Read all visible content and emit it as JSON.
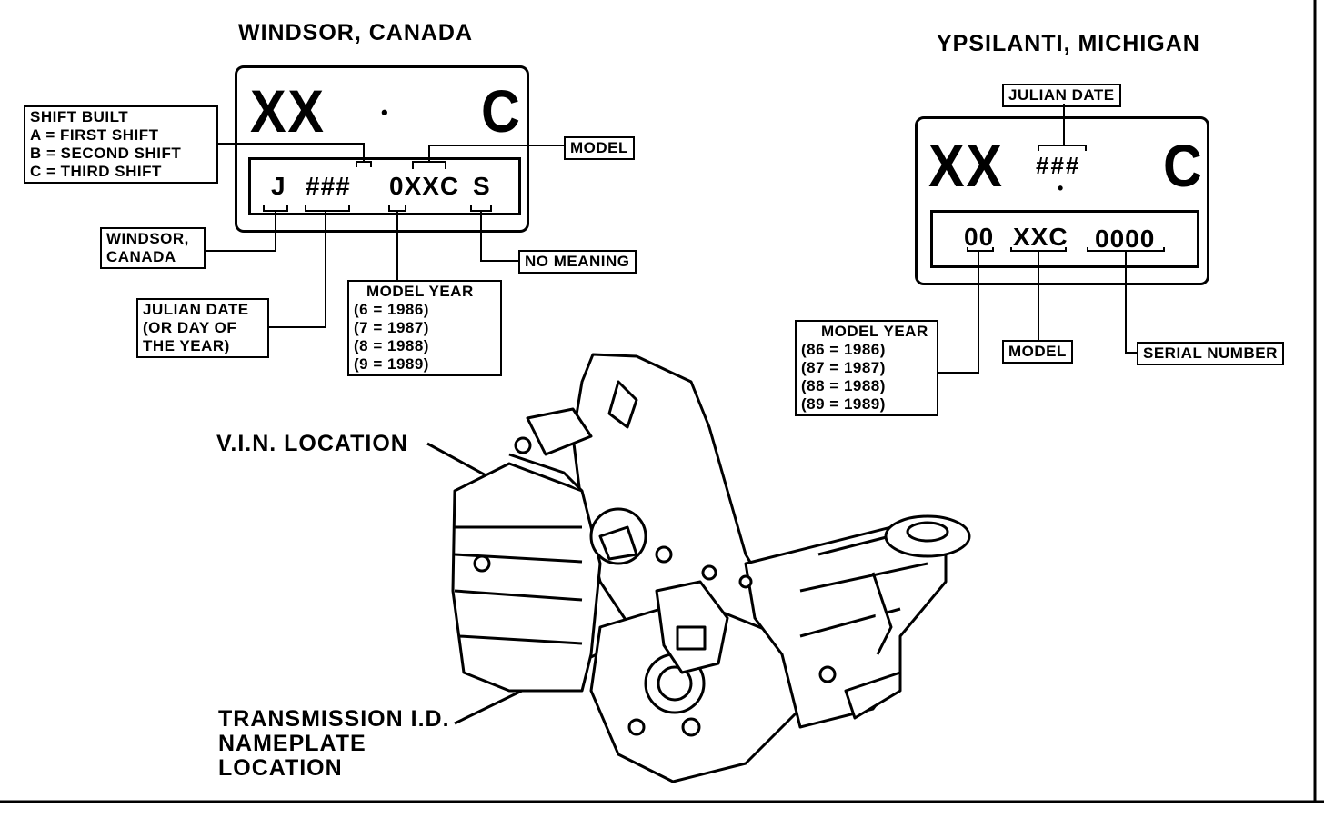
{
  "windsor": {
    "title": "WINDSOR, CANADA",
    "plate_top_left": "XX",
    "plate_dot": "•",
    "plate_top_right": "C",
    "code_j": "J",
    "code_hash": "###",
    "code_model": "0XXC",
    "code_s": "S",
    "shift_box": [
      "SHIFT BUILT",
      "A  =  FIRST SHIFT",
      "B  =  SECOND SHIFT",
      "C  =  THIRD SHIFT"
    ],
    "model_label": "MODEL",
    "location_box": [
      "WINDSOR,",
      "CANADA"
    ],
    "no_meaning_label": "NO MEANING",
    "julian_box": [
      "JULIAN DATE",
      "(OR DAY OF",
      "THE YEAR)"
    ],
    "model_year_box": [
      "MODEL YEAR",
      "(6  =  1986)",
      "(7  =  1987)",
      "(8  =  1988)",
      "(9  =  1989)"
    ]
  },
  "ypsilanti": {
    "title": "YPSILANTI, MICHIGAN",
    "julian_label": "JULIAN DATE",
    "plate_top_left": "XX",
    "plate_hash": "###",
    "plate_dot": "•",
    "plate_top_right": "C",
    "code_year": "00",
    "code_model": "XXC",
    "code_serial": "0000",
    "model_year_box": [
      "MODEL YEAR",
      "(86  =  1986)",
      "(87  =  1987)",
      "(88  =  1988)",
      "(89  =  1989)"
    ],
    "model_label": "MODEL",
    "serial_label": "SERIAL NUMBER"
  },
  "callouts": {
    "vin_location": "V.I.N. LOCATION",
    "nameplate_line1": "TRANSMISSION I.D.",
    "nameplate_line2": "NAMEPLATE",
    "nameplate_line3": "LOCATION"
  }
}
